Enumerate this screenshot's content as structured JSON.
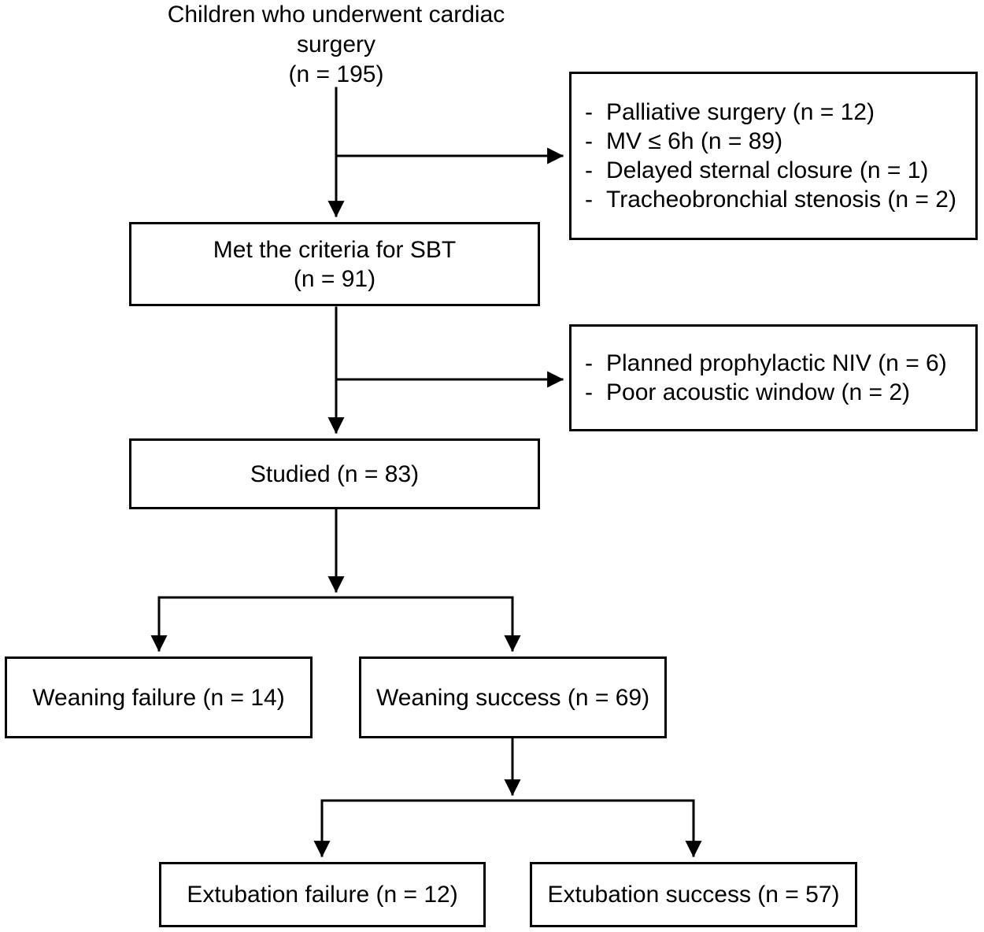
{
  "nodes": {
    "source": {
      "label": "Children who underwent cardiac surgery",
      "count": "(n = 195)"
    },
    "met_sbt": {
      "label": "Met the criteria for SBT",
      "count": "(n = 91)"
    },
    "studied": {
      "label": "Studied (n = 83)"
    },
    "weaning_failure": {
      "label": "Weaning failure (n = 14)"
    },
    "weaning_success": {
      "label": "Weaning success (n = 69)"
    },
    "extubation_failure": {
      "label": "Extubation failure (n = 12)"
    },
    "extubation_success": {
      "label": "Extubation success (n = 57)"
    }
  },
  "exclusion_boxes": [
    {
      "bullet": "-",
      "items": [
        "Palliative surgery (n = 12)",
        "MV ≤ 6h (n = 89)",
        "Delayed sternal closure (n = 1)",
        "Tracheobronchial stenosis (n = 2)"
      ]
    },
    {
      "bullet": "-",
      "items": [
        "Planned prophylactic NIV (n = 6)",
        "Poor acoustic window (n = 2)"
      ]
    }
  ],
  "colors": {
    "line": "#000000",
    "text": "#000000",
    "box_border": "#000000",
    "background": "#ffffff"
  }
}
